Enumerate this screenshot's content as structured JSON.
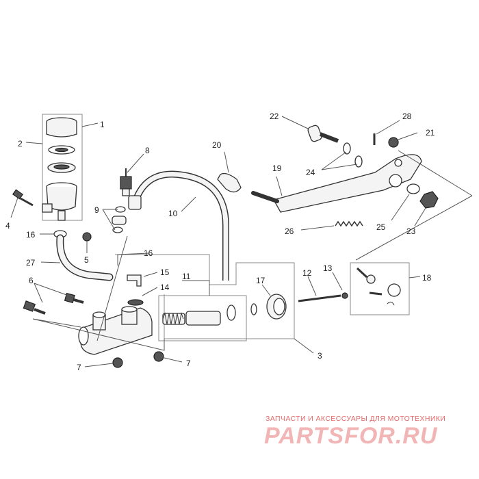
{
  "callouts": {
    "c1": "1",
    "c2": "2",
    "c3": "3",
    "c4": "4",
    "c5": "5",
    "c6": "6",
    "c7a": "7",
    "c7b": "7",
    "c8": "8",
    "c9": "9",
    "c10": "10",
    "c11": "11",
    "c12": "12",
    "c13": "13",
    "c14": "14",
    "c15": "15",
    "c16a": "16",
    "c16b": "16",
    "c17": "17",
    "c18": "18",
    "c19": "19",
    "c20": "20",
    "c21": "21",
    "c22": "22",
    "c23": "23",
    "c24": "24",
    "c25": "25",
    "c26": "26",
    "c27": "27",
    "c28": "28"
  },
  "watermark": {
    "caption": "ЗАПЧАСТИ И АКСЕССУАРЫ ДЛЯ МОТОТЕХНИКИ",
    "logo": "PARTSFOR.RU"
  }
}
